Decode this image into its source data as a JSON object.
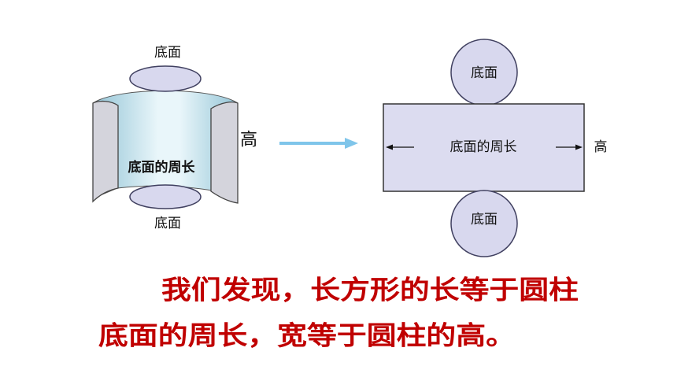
{
  "left_figure": {
    "top_base_label": "底面",
    "circumference_label": "底面的周长",
    "bottom_base_label": "底面",
    "height_label": "高"
  },
  "right_figure": {
    "top_base_label": "底面",
    "circumference_label": "底面的周长",
    "bottom_base_label": "底面",
    "height_label": "高"
  },
  "conclusion": {
    "line1": "我们发现，长方形的长等于圆柱",
    "line2": "底面的周长，宽等于圆柱的高。"
  },
  "colors": {
    "conclusion_text": "#c00000",
    "transform_arrow": "#7fc5ea",
    "base_fill": "#d8d8ee",
    "rectangle_fill": "#dcdcf0",
    "cylinder_inner": "#cfe9f1",
    "cylinder_wall": "#d4d4dc"
  }
}
